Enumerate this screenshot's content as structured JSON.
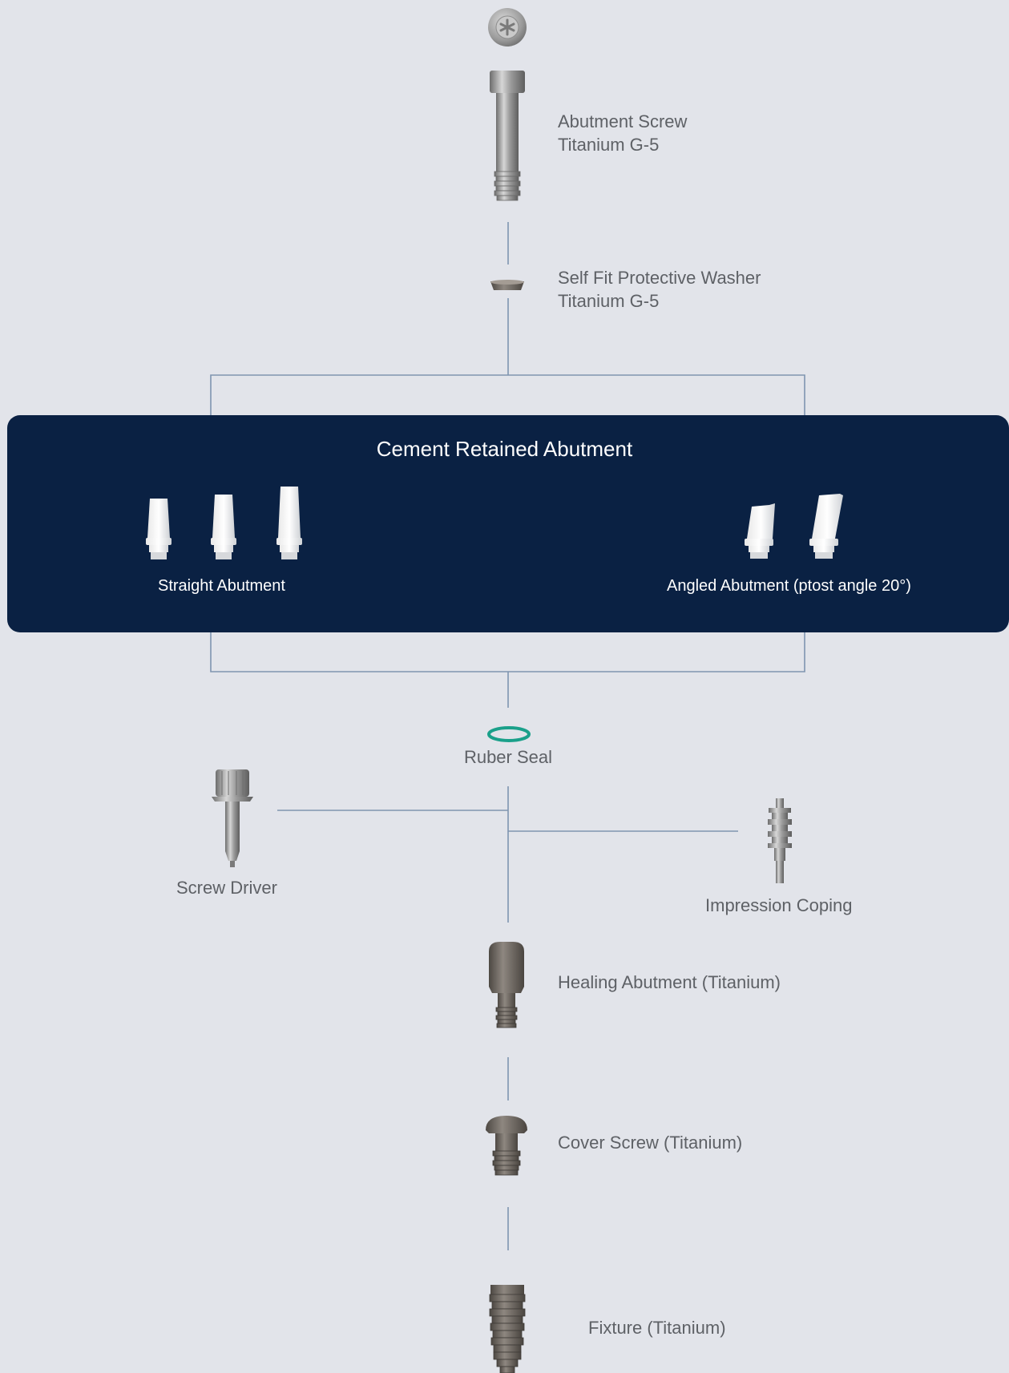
{
  "diagram": {
    "components": {
      "abutment_screw": {
        "name": "Abutment Screw",
        "material": "Titanium G-5"
      },
      "washer": {
        "name": "Self Fit Protective Washer",
        "material": "Titanium G-5"
      },
      "cement_group": {
        "title": "Cement Retained Abutment",
        "straight_label": "Straight Abutment",
        "angled_label": "Angled Abutment (ptost angle 20°)"
      },
      "rubber_seal": {
        "name": "Ruber Seal"
      },
      "screw_driver": {
        "name": "Screw Driver"
      },
      "impression_coping": {
        "name": "Impression Coping"
      },
      "healing_abutment": {
        "name": "Healing Abutment (Titanium)"
      },
      "cover_screw": {
        "name": "Cover Screw (Titanium)"
      },
      "fixture": {
        "name": "Fixture (Titanium)"
      }
    },
    "colors": {
      "background": "#e2e4ea",
      "panel": "#0a2143",
      "connector": "#7f95b0",
      "seal": "#1aa08a",
      "label": "#5e6166"
    }
  }
}
